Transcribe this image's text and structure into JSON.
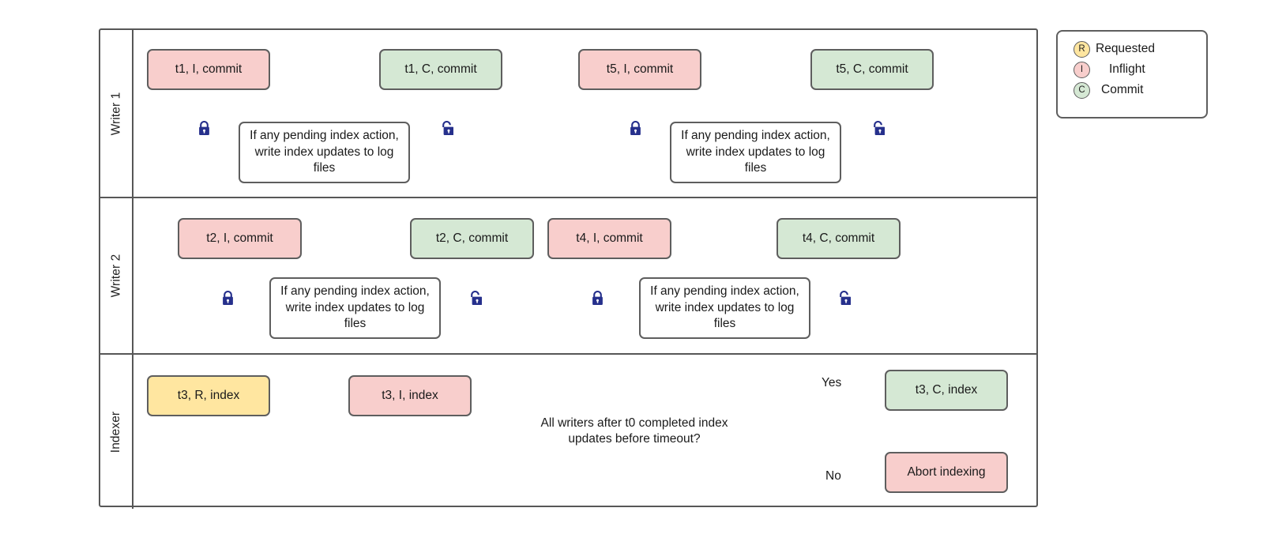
{
  "diagram": {
    "type": "swimlane-flowchart",
    "title": "Concurrent writer / indexer commit coordination"
  },
  "lanes": [
    {
      "id": "writer-1",
      "label": "Writer 1",
      "nodes": [
        {
          "id": "w1-t1-i",
          "label": "t1, I, commit",
          "color": "pink",
          "state": "Inflight"
        },
        {
          "id": "w1-proc-1",
          "label": "If any pending index action, write index updates to log files",
          "color": "white"
        },
        {
          "id": "w1-t1-c",
          "label": "t1, C, commit",
          "color": "green",
          "state": "Commit"
        },
        {
          "id": "w1-t5-i",
          "label": "t5, I, commit",
          "color": "pink",
          "state": "Inflight"
        },
        {
          "id": "w1-proc-2",
          "label": "If any pending index action, write index updates to log files",
          "color": "white"
        },
        {
          "id": "w1-t5-c",
          "label": "t5, C, commit",
          "color": "green",
          "state": "Commit"
        }
      ],
      "locks": [
        {
          "id": "w1-lock-1",
          "kind": "locked"
        },
        {
          "id": "w1-unlock-1",
          "kind": "unlocked"
        },
        {
          "id": "w1-lock-2",
          "kind": "locked"
        },
        {
          "id": "w1-unlock-2",
          "kind": "unlocked"
        }
      ]
    },
    {
      "id": "writer-2",
      "label": "Writer 2",
      "nodes": [
        {
          "id": "w2-t2-i",
          "label": "t2, I, commit",
          "color": "pink",
          "state": "Inflight"
        },
        {
          "id": "w2-proc-1",
          "label": "If any pending index action, write index updates to log files",
          "color": "white"
        },
        {
          "id": "w2-t2-c",
          "label": "t2, C, commit",
          "color": "green",
          "state": "Commit"
        },
        {
          "id": "w2-t4-i",
          "label": "t4, I, commit",
          "color": "pink",
          "state": "Inflight"
        },
        {
          "id": "w2-proc-2",
          "label": "If any pending index action, write index updates to log files",
          "color": "white"
        },
        {
          "id": "w2-t4-c",
          "label": "t4, C, commit",
          "color": "green",
          "state": "Commit"
        }
      ],
      "locks": [
        {
          "id": "w2-lock-1",
          "kind": "locked"
        },
        {
          "id": "w2-unlock-1",
          "kind": "unlocked"
        },
        {
          "id": "w2-lock-2",
          "kind": "locked"
        },
        {
          "id": "w2-unlock-2",
          "kind": "unlocked"
        }
      ]
    },
    {
      "id": "indexer",
      "label": "Indexer",
      "nodes": [
        {
          "id": "ix-t3-r",
          "label": "t3, R, index",
          "color": "yellow",
          "state": "Requested"
        },
        {
          "id": "ix-t3-i",
          "label": "t3, I, index",
          "color": "pink",
          "state": "Inflight"
        },
        {
          "id": "ix-decision",
          "label": "All writers after t0 completed index updates before timeout?",
          "color": "white",
          "shape": "diamond"
        },
        {
          "id": "ix-t3-c",
          "label": "t3, C, index",
          "color": "green",
          "state": "Commit"
        },
        {
          "id": "ix-abort",
          "label": "Abort indexing",
          "color": "pink"
        }
      ],
      "edge_labels": [
        {
          "id": "yes-label",
          "label": "Yes"
        },
        {
          "id": "no-label",
          "label": "No"
        }
      ]
    }
  ],
  "legend": {
    "items": [
      {
        "badge": "R",
        "label": "Requested",
        "color": "#ffe6a0"
      },
      {
        "badge": "I",
        "label": "Inflight",
        "color": "#f8cecc"
      },
      {
        "badge": "C",
        "label": "Commit",
        "color": "#d5e8d4"
      }
    ]
  },
  "colors": {
    "pink": "#f8cecc",
    "green": "#d5e8d4",
    "yellow": "#ffe6a0",
    "stroke": "#5e5e5e",
    "lane_border": "#575757",
    "lock": "#26308c",
    "text": "#1a1a1a",
    "background": "#ffffff"
  }
}
